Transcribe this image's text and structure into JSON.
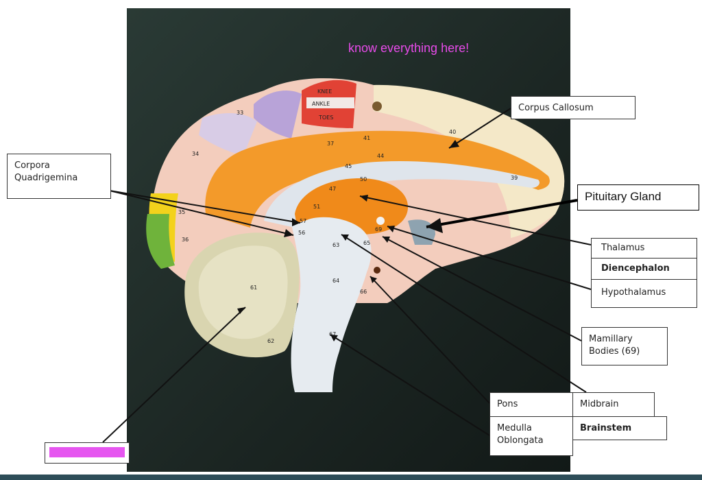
{
  "title_note": "know everything here!",
  "labels": {
    "corpus_callosum": "Corpus Callosum",
    "corpora_quadrigemina_1": "Corpora",
    "corpora_quadrigemina_2": "Quadrigemina",
    "pituitary_gland": "Pituitary Gland",
    "thalamus": "Thalamus",
    "diencephalon": "Diencephalon",
    "hypothalamus": "Hypothalamus",
    "mamillary_1": "Mamillary",
    "mamillary_2": "Bodies (69)",
    "pons": "Pons",
    "midbrain": "Midbrain",
    "medulla_1": "Medulla",
    "medulla_2": "Oblongata",
    "brainstem": "Brainstem"
  },
  "model_text": {
    "knee": "KNEE",
    "ankle": "ANKLE",
    "toes": "TOES",
    "n33": "33",
    "n34": "34",
    "n35": "35",
    "n36": "36",
    "n37": "37",
    "n39": "39",
    "n40": "40",
    "n41": "41",
    "n44": "44",
    "n45": "45",
    "n47": "47",
    "n50": "50",
    "n51": "51",
    "n56": "56",
    "n57": "57",
    "n61": "61",
    "n62": "62",
    "n63": "63",
    "n64": "64",
    "n65": "65",
    "n66": "66",
    "n67": "67",
    "n69": "69"
  },
  "colors": {
    "note": "#e84bea",
    "magenta_swatch": "#e655f0",
    "background_photo": "#1f2b27",
    "orange_cortex": "#f39a2a",
    "white_matter": "#dfe5ec",
    "cerebellum": "#d9d5b0"
  }
}
